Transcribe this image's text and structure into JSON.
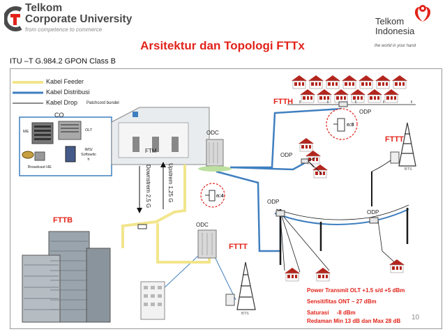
{
  "header": {
    "company_name_line1": "Telkom",
    "company_name_line2": "Corporate University",
    "company_tagline": "from competence to commerce",
    "partner_name_line1": "Telkom",
    "partner_name_line2": "Indonesia",
    "partner_tagline": "the world in your hand"
  },
  "slide": {
    "title": "Arsitektur dan Topologi FTTx",
    "subtitle": "ITU –T G.984.2  GPON Class B",
    "page_number": "10"
  },
  "legend": {
    "feeder": "Kabel Feeder",
    "distribusi": "Kabel  Distribusi",
    "drop": "Kabel Drop",
    "drop_note": "Patchcord  bundel"
  },
  "diagram": {
    "co": "CO",
    "me": "ME",
    "olt": "OLT",
    "ims": "IMS/\nSoftswitc\nh",
    "broadcast": "Broadcast HE",
    "ftm": "FTM",
    "odc_top": "ODC",
    "odc_bottom": "ODC",
    "odp_top": "ODP",
    "odp_mid_left": "ODP",
    "odp_mid": "ODP",
    "odp_right": "ODP",
    "splitter_8": "n:8",
    "splitter_4": "n:4",
    "downstream": "Downstrem 2,5 G",
    "upstream": "Upstrem 1,25 G",
    "ftth": "FTTH",
    "fttt_right": "FTTT",
    "fttt_mid": "FTTT",
    "fttb": "FTTB",
    "bts_right": "BTS",
    "bts_bottom": "BTS",
    "power_transmit": "Power Transmit OLT +1.5 s/d +5 dBm",
    "sensitivity": "Sensitifitas ONT – 27 dBm",
    "saturation": "Saturasi     -8 dBm",
    "attenuation": "Redaman Min 13 dB dan Max 28 dB"
  },
  "colors": {
    "title_red": "#e2231a",
    "feeder": "#f2e58c",
    "distribusi": "#3f7fc0",
    "drop": "#1a1a1a",
    "roof": "#b3261e"
  }
}
